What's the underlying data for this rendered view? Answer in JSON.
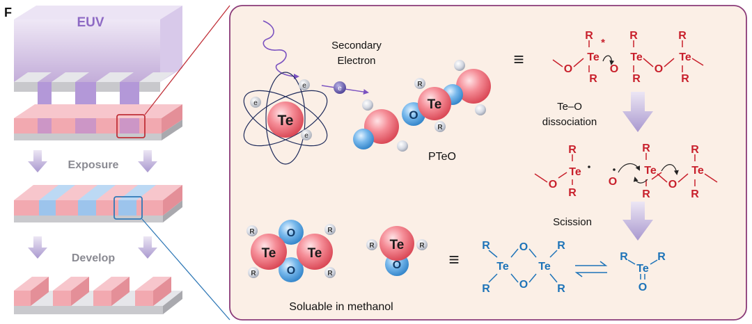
{
  "panel_label": "F",
  "left_column": {
    "source_label": "EUV",
    "step1_label": "Exposure",
    "step2_label": "Develop"
  },
  "mechanism": {
    "electron_symbol": "e",
    "atom_symbol": "Te",
    "secondary_electron_line1": "Secondary",
    "secondary_electron_line2": "Electron",
    "oxygen_symbol": "O",
    "ligand_symbol": "R",
    "polymer_label": "PTeO",
    "radical_mark": "*",
    "equivalence_symbol": "≡",
    "step_a_line1": "Te–O",
    "step_a_line2": "dissociation",
    "step_b_label": "Scission",
    "solubility_label": "Soluable in methanol"
  },
  "colors": {
    "euv_purple": "#8e6ac4",
    "resist_pink": "#f2a9b0",
    "exposed_blue": "#9cc4ec",
    "tellurium_red": "#e8434f",
    "oxygen_blue": "#3f9ad8",
    "chem_red": "#c8202c",
    "chem_blue": "#1d73b8",
    "zoom_red": "#c03038",
    "zoom_blue": "#2f78b6",
    "panel_fill": "#fbefe6"
  }
}
